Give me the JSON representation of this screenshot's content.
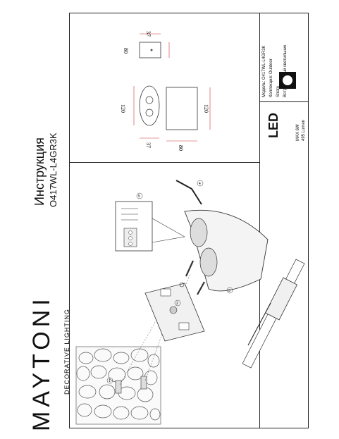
{
  "brand": {
    "name": "MAYTONI",
    "subtitle": "DECORATIVE LIGHTING"
  },
  "title": "Инструкция",
  "model_code": "O417WL-L4GR3K",
  "specs": {
    "model_label": "Модель:",
    "model_value": "O417WL-L4GR3K",
    "collection_label": "Коллекция:",
    "collection_value": "Outdoor",
    "series_value": "Strato",
    "type_value": "Встраиваемый светильник",
    "led_label": "LED",
    "max_w": "MAX 6W",
    "lumen": "495 Lumen"
  },
  "dimensions": {
    "w37_top": "37",
    "h80_top": "80",
    "h120_left": "120",
    "h120_right": "120",
    "w37_bottom": "37",
    "w80_bottom": "80"
  },
  "callouts": {
    "c1": "1",
    "c2": "2",
    "c3": "3",
    "c4": "4",
    "c5": "5"
  }
}
